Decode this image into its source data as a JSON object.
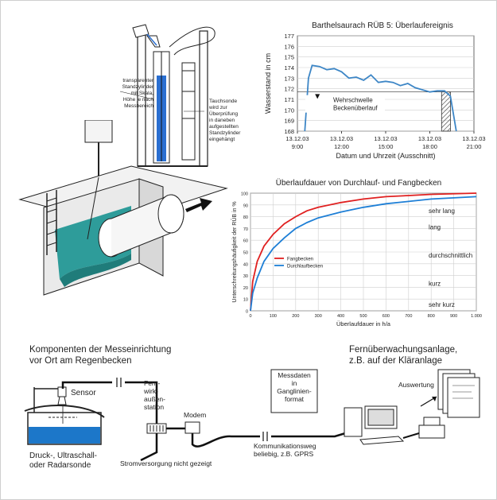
{
  "top_left": {
    "label_left": [
      "transparenter",
      "Standzylinder",
      "mit Skala,",
      "Höhe je nach",
      "Messbereich"
    ],
    "label_right": [
      "Tauchsonde",
      "wird zur",
      "Überprüfung",
      "in daneben",
      "aufgestellten",
      "Standzylinder",
      "eingehängt"
    ]
  },
  "chart_top": {
    "chart_data": {
      "type": "line",
      "title": "Barthelsaurach RÜB 5: Überlaufereignis",
      "xlabel": "Datum und Uhrzeit (Ausschnitt)",
      "ylabel": "Wasserstand in cm",
      "ylim": [
        168,
        177
      ],
      "yticks": [
        168,
        169,
        170,
        171,
        172,
        173,
        174,
        175,
        176,
        177
      ],
      "xticks": [
        {
          "date": "13.12.03",
          "time": "9:00"
        },
        {
          "date": "13.12.03",
          "time": "12:00"
        },
        {
          "date": "13.12.03",
          "time": "15:00"
        },
        {
          "date": "13.12.03",
          "time": "18:00"
        },
        {
          "date": "13.12.03",
          "time": "21:00"
        }
      ],
      "x_hours": [
        9,
        12,
        15,
        18,
        21
      ],
      "weir_level": 171.7,
      "series": [
        {
          "values": [
            [
              9.5,
              168
            ],
            [
              9.75,
              173
            ],
            [
              10.0,
              174.2
            ],
            [
              10.5,
              174.1
            ],
            [
              11.0,
              173.8
            ],
            [
              11.5,
              173.9
            ],
            [
              12.0,
              173.6
            ],
            [
              12.5,
              173.0
            ],
            [
              13.0,
              173.1
            ],
            [
              13.5,
              172.8
            ],
            [
              14.0,
              173.3
            ],
            [
              14.5,
              172.6
            ],
            [
              15.0,
              172.7
            ],
            [
              15.5,
              172.6
            ],
            [
              16.0,
              172.3
            ],
            [
              16.5,
              172.5
            ],
            [
              17.0,
              172.1
            ],
            [
              17.5,
              171.9
            ],
            [
              18.0,
              171.7
            ],
            [
              18.5,
              171.8
            ],
            [
              19.0,
              171.8
            ],
            [
              19.4,
              171.3
            ],
            [
              19.8,
              168
            ]
          ]
        }
      ],
      "annotations": [
        "Wehrschwelle",
        "Beckenüberlauf"
      ]
    }
  },
  "chart_mid": {
    "chart_data": {
      "type": "line",
      "title": "Überlaufdauer von Durchlauf- und Fangbecken",
      "xlabel": "Überlaufdauer in h/a",
      "ylabel": "Unterschreitungshäufigkeit der RÜB in %",
      "xlim": [
        0,
        1000
      ],
      "ylim": [
        0,
        100
      ],
      "xticks": [
        "0",
        "100",
        "200",
        "300",
        "400",
        "500",
        "600",
        "700",
        "800",
        "900",
        "1.000"
      ],
      "yticks": [
        0,
        10,
        20,
        30,
        40,
        50,
        60,
        70,
        80,
        90,
        100
      ],
      "series": [
        {
          "name": "Fangbecken",
          "color": "#e02020",
          "values": [
            [
              0,
              0
            ],
            [
              10,
              25
            ],
            [
              30,
              42
            ],
            [
              60,
              55
            ],
            [
              100,
              65
            ],
            [
              150,
              74
            ],
            [
              200,
              80
            ],
            [
              250,
              85
            ],
            [
              300,
              88
            ],
            [
              400,
              92
            ],
            [
              500,
              95
            ],
            [
              600,
              97
            ],
            [
              700,
              98
            ],
            [
              800,
              99
            ],
            [
              1000,
              100
            ]
          ]
        },
        {
          "name": "Durchlaufbecken",
          "color": "#1e7fd6",
          "values": [
            [
              0,
              0
            ],
            [
              10,
              15
            ],
            [
              30,
              28
            ],
            [
              60,
              42
            ],
            [
              100,
              53
            ],
            [
              150,
              62
            ],
            [
              200,
              70
            ],
            [
              250,
              75
            ],
            [
              300,
              79
            ],
            [
              400,
              84
            ],
            [
              500,
              88
            ],
            [
              600,
              91
            ],
            [
              700,
              93
            ],
            [
              800,
              95
            ],
            [
              1000,
              97
            ]
          ]
        }
      ],
      "categories": [
        "sehr lang",
        "lang",
        "durchschnittlich",
        "kurz",
        "sehr kurz"
      ]
    }
  },
  "bottom": {
    "title_left": [
      "Komponenten der Messeinrichtung",
      "vor Ort am Regenbecken"
    ],
    "title_right": [
      "Fernüberwachungsanlage,",
      "z.B. auf der Kläranlage"
    ],
    "sensor": "Sensor",
    "sonde": [
      "Druck-, Ultraschall-",
      "oder Radarsonde"
    ],
    "station": [
      "Fern-",
      "wirk-",
      "außen-",
      "station"
    ],
    "modem": "Modem",
    "messdaten": [
      "Messdaten",
      "in",
      "Ganglinien-",
      "format"
    ],
    "auswertung": "Auswertung",
    "kommunikation": [
      "Kommunikationsweg",
      "beliebig, z.B. GPRS"
    ],
    "strom": "Stromversorgung nicht gezeigt"
  }
}
